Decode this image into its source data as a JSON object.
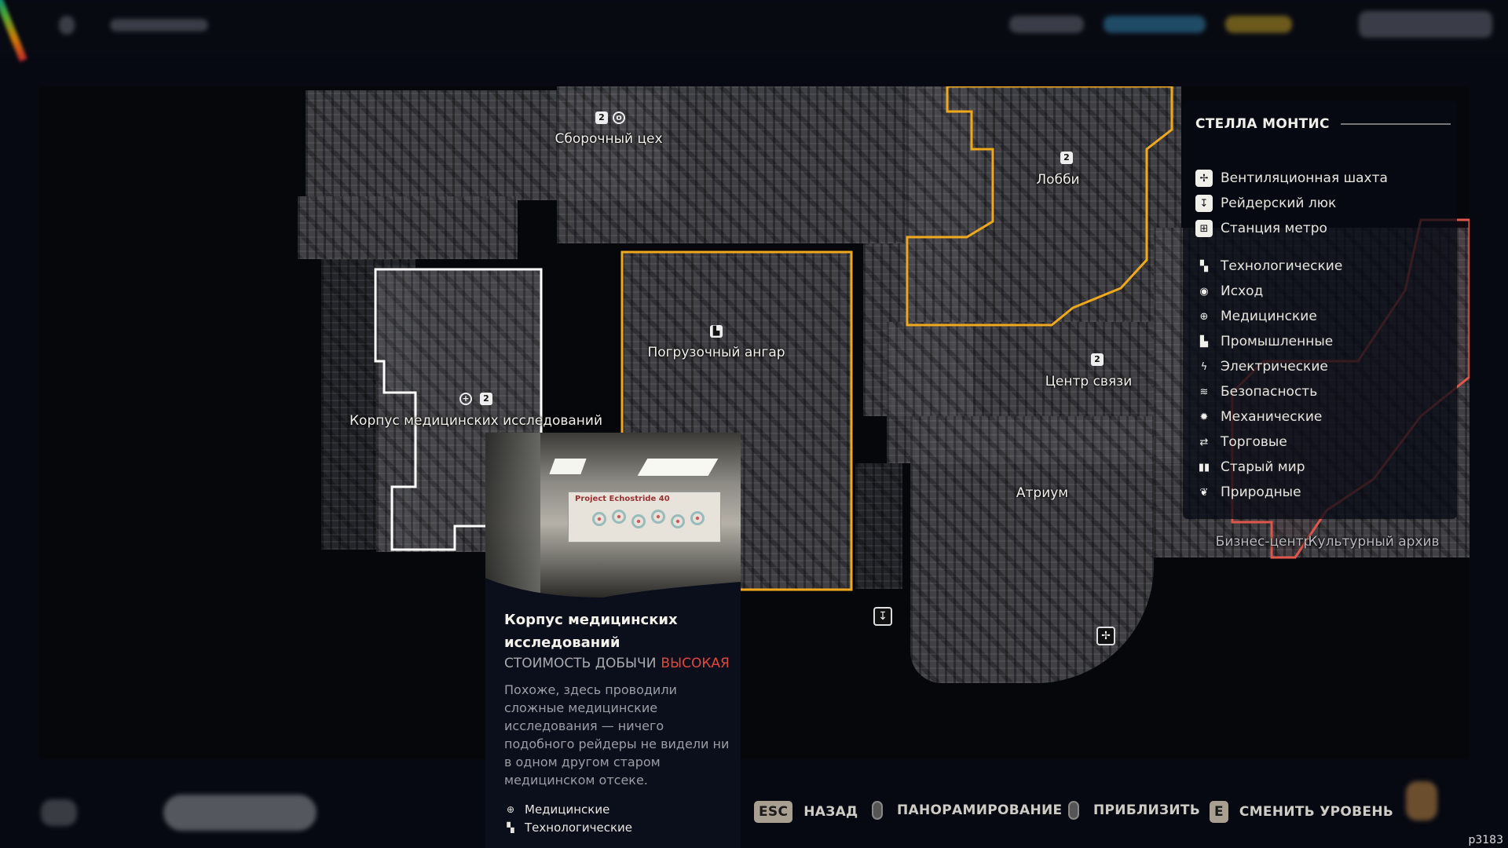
{
  "map": {
    "labels": {
      "assembly": "Сборочный цех",
      "lobby": "Лобби",
      "hangar": "Погрузочный ангар",
      "medical": "Корпус медицинских исследований",
      "comms": "Центр связи",
      "atrium": "Атриум",
      "business": "Бизнес-центр",
      "archive": "Культурный архив"
    },
    "outline_colors": {
      "selected": "#ffffff",
      "medium": "#f0a81c",
      "high": "#e0564a"
    }
  },
  "legend": {
    "title": "СТЕЛЛА МОНТИС",
    "items": [
      {
        "icon": "vent-fan-icon",
        "label": "Вентиляционная шахта"
      },
      {
        "icon": "raider-hatch-icon",
        "label": "Рейдерский люк"
      },
      {
        "icon": "metro-station-icon",
        "label": "Станция метро"
      },
      {
        "icon": "tech-icon",
        "label": "Технологические"
      },
      {
        "icon": "exodus-eye-icon",
        "label": "Исход"
      },
      {
        "icon": "medical-cross-icon",
        "label": "Медицинские"
      },
      {
        "icon": "factory-icon",
        "label": "Промышленные"
      },
      {
        "icon": "lightning-icon",
        "label": "Электрические"
      },
      {
        "icon": "security-chevrons-icon",
        "label": "Безопасность"
      },
      {
        "icon": "gear-icon",
        "label": "Механические"
      },
      {
        "icon": "trade-arrows-icon",
        "label": "Торговые"
      },
      {
        "icon": "old-world-book-icon",
        "label": "Старый мир"
      },
      {
        "icon": "nature-leaf-icon",
        "label": "Природные"
      }
    ]
  },
  "tooltip": {
    "title": "Корпус медицинских исследований",
    "cost_label": "СТОИМОСТЬ ДОБЫЧИ",
    "cost_value": "ВЫСОКАЯ",
    "description": "Похоже, здесь проводили сложные медицинские исследования — ничего подобного рейдеры не видели ни в одном другом старом медицинском отсеке.",
    "tags": [
      "Медицинские",
      "Технологические"
    ],
    "photo_poster": "Project Echostride 40",
    "cost_color": "#e0483d"
  },
  "controls": {
    "back_key": "ESC",
    "back": "НАЗАД",
    "pan": "ПАНОРАМИРОВАНИЕ",
    "zoom": "ПРИБЛИЗИТЬ",
    "level_key": "E",
    "level": "СМЕНИТЬ УРОВЕНЬ"
  },
  "build": "p3183"
}
